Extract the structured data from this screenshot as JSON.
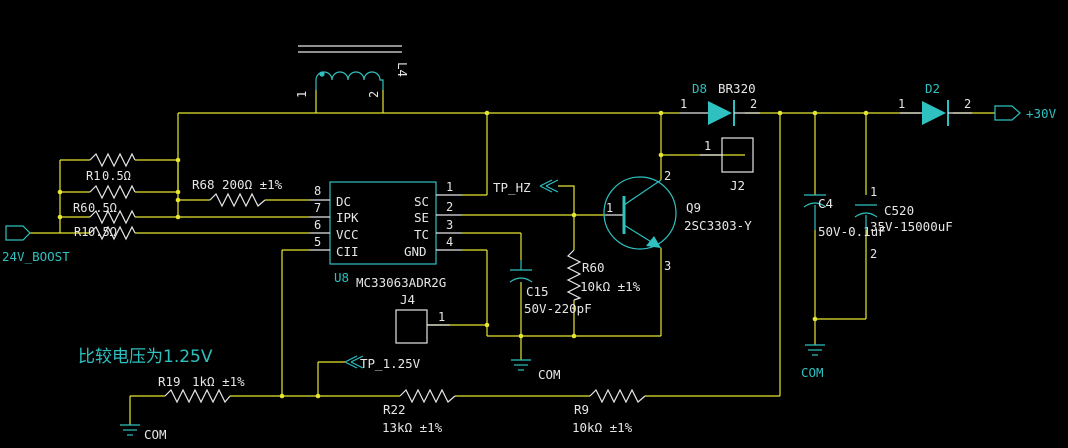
{
  "annotation": "比较电压为1.25V",
  "power_ports": {
    "input": "24V_BOOST",
    "output": "+30V"
  },
  "ground_label": "COM",
  "test_points": {
    "hz": "TP_HZ",
    "v125": "TP_1.25V"
  },
  "u8": {
    "ref": "U8",
    "value": "MC33063ADR2G",
    "left_pins": [
      {
        "num": "8",
        "name": "DC"
      },
      {
        "num": "7",
        "name": "IPK"
      },
      {
        "num": "6",
        "name": "VCC"
      },
      {
        "num": "5",
        "name": "CII"
      }
    ],
    "right_pins": [
      {
        "num": "1",
        "name": "SC"
      },
      {
        "num": "2",
        "name": "SE"
      },
      {
        "num": "3",
        "name": "TC"
      },
      {
        "num": "4",
        "name": "GND"
      }
    ]
  },
  "inductor": {
    "ref": "L4",
    "pin1": "1",
    "pin2": "2"
  },
  "d8": {
    "ref": "D8",
    "value": "BR320",
    "pin1": "1",
    "pin2": "2"
  },
  "d2": {
    "ref": "D2",
    "pin1": "1",
    "pin2": "2"
  },
  "q9": {
    "ref": "Q9",
    "value": "2SC3303-Y",
    "pin1": "1",
    "pin2": "2",
    "pin3": "3"
  },
  "j2": {
    "ref": "J2",
    "pin": "1"
  },
  "j4": {
    "ref": "J4",
    "pin": "1"
  },
  "c4": {
    "ref": "C4",
    "value": "50V-0.1uF"
  },
  "c520": {
    "ref": "C520",
    "value": "35V-15000uF",
    "pin1": "1",
    "pin2": "2"
  },
  "c15": {
    "ref": "C15",
    "value": "50V-220pF"
  },
  "r60": {
    "ref": "R60",
    "value": "10kΩ ±1%"
  },
  "r68": {
    "ref": "R68",
    "value": "200Ω ±1%"
  },
  "r19": {
    "ref": "R19",
    "value": "1kΩ ±1%"
  },
  "r22": {
    "ref": "R22",
    "value": "13kΩ ±1%"
  },
  "r9": {
    "ref": "R9",
    "value": "10kΩ ±1%"
  },
  "sense_resistors": [
    {
      "ref": "R1",
      "value": "0.5Ω"
    },
    {
      "ref": "R6",
      "value": "0.5Ω"
    },
    {
      "ref": "R1",
      "value": "0.5Ω"
    }
  ]
}
